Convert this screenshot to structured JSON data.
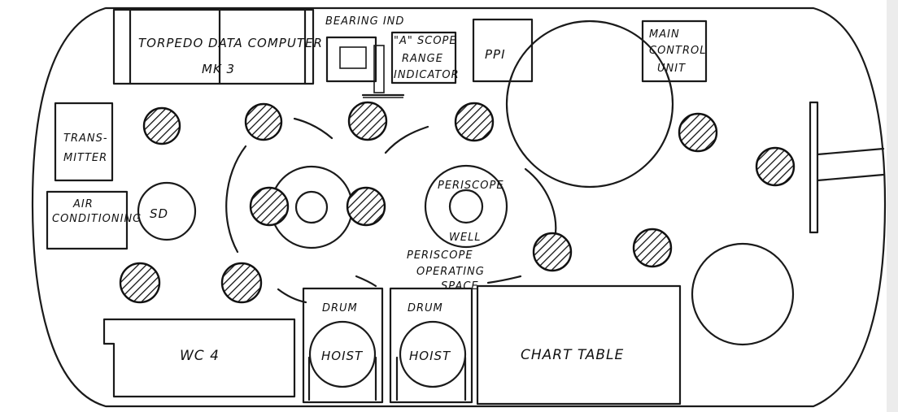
{
  "labels": {
    "tdc_line1": "TORPEDO DATA COMPUTER",
    "tdc_line2": "MK 3",
    "bearing_ind": "BEARING IND",
    "ascope_line1": "\"A\" SCOPE",
    "ascope_line2": "RANGE",
    "ascope_line3": "INDICATOR",
    "ppi": "PPI",
    "mcu_line1": "MAIN",
    "mcu_line2": "CONTROL",
    "mcu_line3": "UNIT",
    "transmitter_line1": "TRANS-",
    "transmitter_line2": "MITTER",
    "aircon_line1": "AIR",
    "aircon_line2": "CONDITIONING",
    "sd": "SD",
    "periscope_well_line1": "PERISCOPE",
    "periscope_well_line2": "WELL",
    "pos_line1": "PERISCOPE",
    "pos_line2": "OPERATING",
    "pos_line3": "SPACE",
    "drum_left": "DRUM",
    "hoist_left": "HOIST",
    "drum_right": "DRUM",
    "hoist_right": "HOIST",
    "chart_table": "CHART TABLE",
    "wc": "WC 4"
  },
  "colors": {
    "ink": "#1a1a1a",
    "paper": "#ffffff",
    "margin": "#ececec"
  }
}
